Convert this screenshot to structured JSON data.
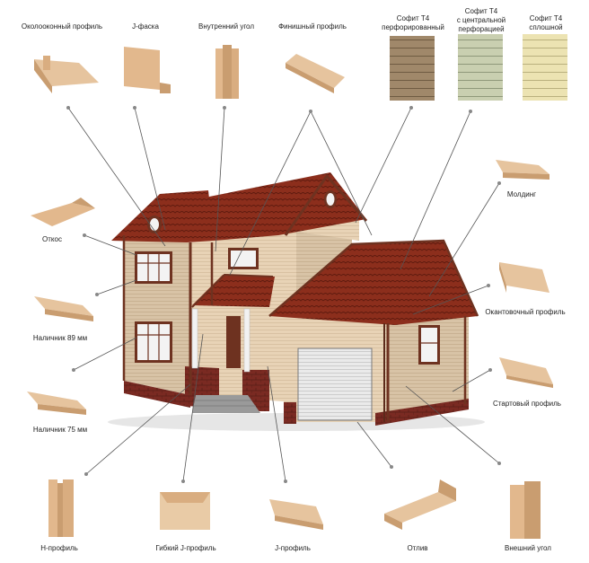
{
  "labels": {
    "okolookonny": "Околооконный профиль",
    "j_faska": "J-фаска",
    "vnutrenniy_ugol": "Внутренний угол",
    "finishny": "Финишный профиль",
    "sofit_perf": "Софит Т4\nперфорированный",
    "sofit_central": "Софит Т4\nс центральной\nперфорацией",
    "sofit_sploshnoy": "Софит Т4\nсплошной",
    "molding": "Молдинг",
    "otkos": "Откос",
    "okantovochny": "Окантовочный профиль",
    "nalichnik_89": "Наличник 89 мм",
    "startovy": "Стартовый профиль",
    "nalichnik_75": "Наличник 75 мм",
    "h_profil": "Н-профиль",
    "gibkiy_j": "Гибкий J-профиль",
    "j_profil": "J-профиль",
    "otliv": "Отлив",
    "vneshniy_ugol": "Внешний угол"
  },
  "colors": {
    "siding": "#e8d3b6",
    "profile": "#e2b88d",
    "roof": "#8c2e1c",
    "trim": "#6e3220",
    "brick": "#7a2a22",
    "sofit_brown": "#a0886a",
    "sofit_green": "#c9cfb0",
    "sofit_cream": "#ece3b2",
    "garage_door": "#eaeaea",
    "leader": "#555555"
  }
}
